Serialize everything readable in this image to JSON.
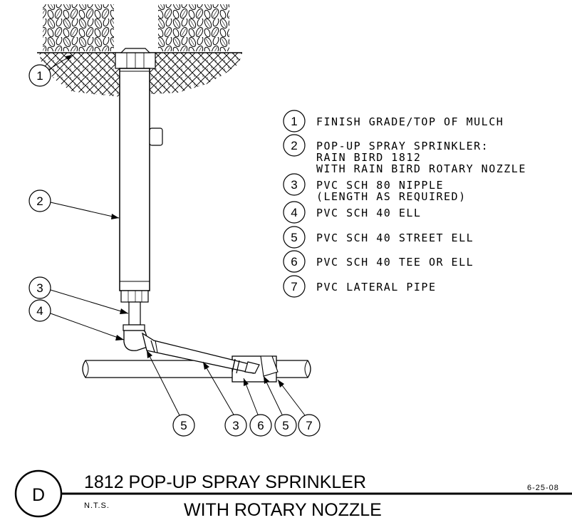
{
  "detail": {
    "tag": "D",
    "title_line1": "1812 POP-UP SPRAY SPRINKLER",
    "title_line2": "WITH ROTARY NOZZLE",
    "scale": "N.T.S.",
    "date": "6-25-08"
  },
  "legend": [
    {
      "num": "1",
      "lines": [
        "FINISH GRADE/TOP OF MULCH"
      ]
    },
    {
      "num": "2",
      "lines": [
        "POP-UP SPRAY SPRINKLER:",
        "  RAIN BIRD 1812",
        "  WITH RAIN BIRD ROTARY NOZZLE"
      ]
    },
    {
      "num": "3",
      "lines": [
        "PVC SCH 80 NIPPLE",
        " (LENGTH AS REQUIRED)"
      ]
    },
    {
      "num": "4",
      "lines": [
        "PVC SCH 40 ELL"
      ]
    },
    {
      "num": "5",
      "lines": [
        "PVC SCH 40 STREET ELL"
      ]
    },
    {
      "num": "6",
      "lines": [
        "PVC SCH 40 TEE OR ELL"
      ]
    },
    {
      "num": "7",
      "lines": [
        "PVC LATERAL PIPE"
      ]
    }
  ],
  "callouts": {
    "c1": "1",
    "c2": "2",
    "c3": "3",
    "c4": "4",
    "b5a": "5",
    "b3": "3",
    "b6": "6",
    "b5b": "5",
    "b7": "7"
  }
}
